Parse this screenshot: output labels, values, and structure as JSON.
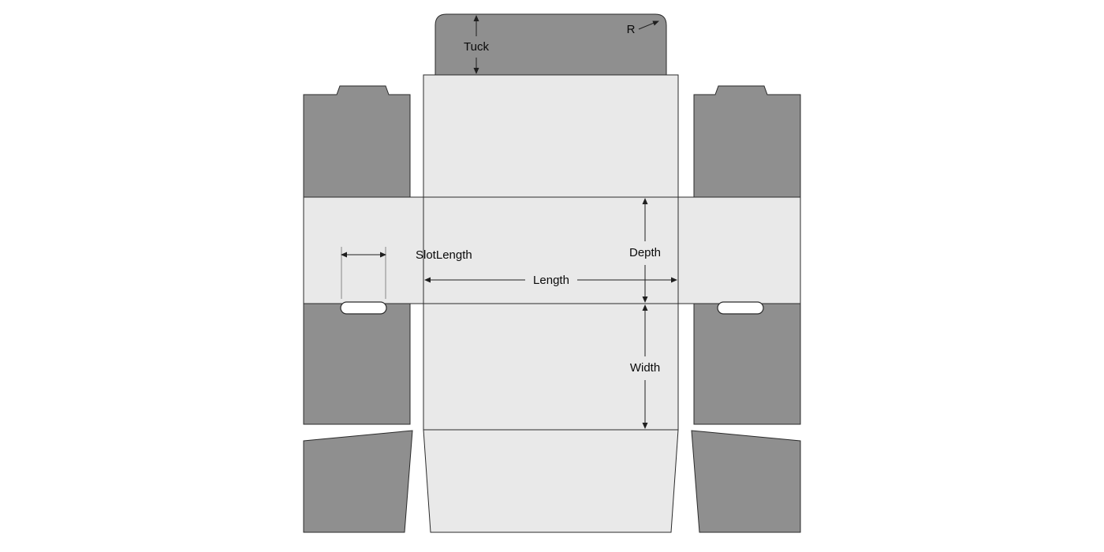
{
  "diagram": {
    "type": "packaging-dieline",
    "description": "Tuck-end carton blank with dimension annotations"
  },
  "labels": {
    "tuck": "Tuck",
    "radius": "R",
    "slot_length": "SlotLength",
    "depth": "Depth",
    "length": "Length",
    "width": "Width"
  },
  "colors": {
    "background": "#ffffff",
    "panel_dark": "#8f8f8f",
    "panel_light": "#e9e9e9",
    "outline": "#2a2a2a",
    "dimension": "#1f1f1f"
  }
}
